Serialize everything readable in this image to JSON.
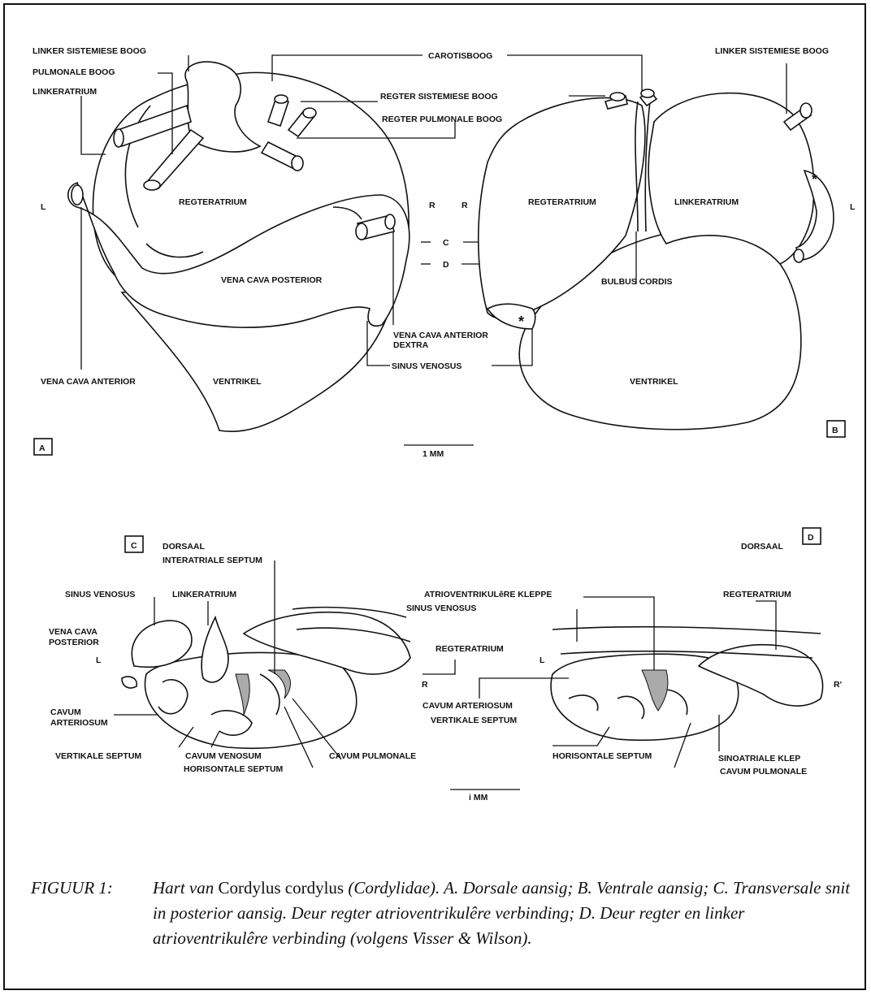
{
  "panel_A": {
    "labels": {
      "linker_sistemiese_boog": "LINKER SISTEMIESE BOOG",
      "pulmonale_boog": "PULMONALE BOOG",
      "linkeratrium": "LINKERATRIUM",
      "carotisboog": "CAROTISBOOG",
      "regter_sistemiese_boog": "REGTER SISTEMIESE BOOG",
      "regter_pulmonale_boog": "REGTER PULMONALE BOOG",
      "regteratrium": "REGTERATRIUM",
      "l": "L",
      "r": "R",
      "c": "C",
      "d": "D",
      "vena_cava_posterior": "VENA CAVA POSTERIOR",
      "vena_cava_anterior_dextra_1": "VENA CAVA ANTERIOR",
      "vena_cava_anterior_dextra_2": "DEXTRA",
      "sinus_venosus": "SINUS VENOSUS",
      "vena_cava_anterior": "VENA CAVA ANTERIOR",
      "ventrikel": "VENTRIKEL",
      "box": "A",
      "scale": "1 MM"
    }
  },
  "panel_B": {
    "labels": {
      "linker_sistemiese_boog": "LINKER SISTEMIESE BOOG",
      "r": "R",
      "regteratrium": "REGTERATRIUM",
      "linkeratrium": "LINKERATRIUM",
      "l": "L",
      "bulbus_cordis": "BULBUS CORDIS",
      "ventrikel": "VENTRIKEL",
      "star": "*",
      "box": "B"
    }
  },
  "panel_C": {
    "labels": {
      "box": "C",
      "dorsaal": "DORSAAL",
      "interatriale_septum": "INTERATRIALE SEPTUM",
      "sinus_venosus": "SINUS VENOSUS",
      "linkeratrium": "LINKERATRIUM",
      "vena_cava_posterior_1": "VENA CAVA",
      "vena_cava_posterior_2": "POSTERIOR",
      "l": "L",
      "r": "R",
      "regteratrium": "REGTERATRIUM",
      "cavum_arteriosum_1": "CAVUM",
      "cavum_arteriosum_2": "ARTERIOSUM",
      "vertikale_septum": "VERTIKALE SEPTUM",
      "cavum_venosum": "CAVUM VENOSUM",
      "horisontale_septum": "HORISONTALE SEPTUM",
      "cavum_pulmonale": "CAVUM PULMONALE",
      "sinus_venosus_2": "SINUS VENOSUS",
      "scale": "i MM"
    }
  },
  "panel_D": {
    "labels": {
      "box": "D",
      "dorsaal": "DORSAAL",
      "atrioventrikulere_kleppe": "ATRIOVENTRIKULêRE KLEPPE",
      "regteratrium": "REGTERATRIUM",
      "l": "L",
      "r": "R'",
      "cavum_arteriosum": "CAVUM ARTERIOSUM",
      "vertikale_septum": "VERTIKALE SEPTUM",
      "horisontale_septum": "HORISONTALE SEPTUM",
      "sinoatriale_klep": "SINOATRIALE KLEP",
      "cavum_pulmonale": "CAVUM PULMONALE"
    }
  },
  "caption": {
    "lead": "FIGUUR 1:",
    "part1": "Hart van ",
    "species": "Cordylus cordylus",
    "part2": " (Cordylidae). A. Dorsale aansig; B. Ventrale aansig; C. Transversale snit in posterior aansig. Deur regter atrioventrikulêre verbinding; D. Deur regter en linker atrioventrikulêre verbinding  (volgens Visser & Wilson)."
  }
}
